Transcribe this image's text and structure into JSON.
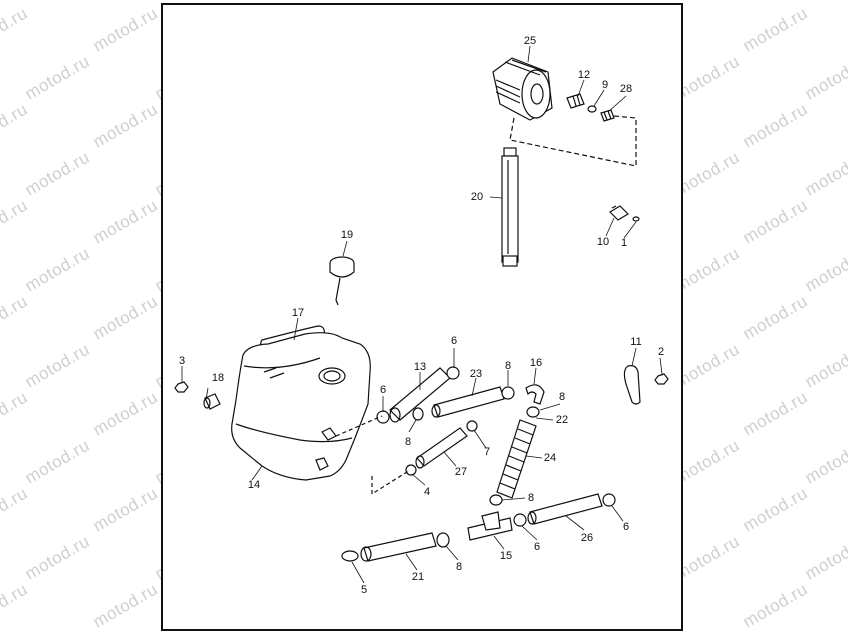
{
  "watermark_text": "motod.ru",
  "callouts": [
    {
      "id": "25",
      "label": "25"
    },
    {
      "id": "12",
      "label": "12"
    },
    {
      "id": "9",
      "label": "9"
    },
    {
      "id": "28",
      "label": "28"
    },
    {
      "id": "20",
      "label": "20"
    },
    {
      "id": "10",
      "label": "10"
    },
    {
      "id": "1",
      "label": "1"
    },
    {
      "id": "19",
      "label": "19"
    },
    {
      "id": "17",
      "label": "17"
    },
    {
      "id": "3",
      "label": "3"
    },
    {
      "id": "18",
      "label": "18"
    },
    {
      "id": "14",
      "label": "14"
    },
    {
      "id": "13",
      "label": "13"
    },
    {
      "id": "6a",
      "label": "6"
    },
    {
      "id": "6b",
      "label": "6"
    },
    {
      "id": "23",
      "label": "23"
    },
    {
      "id": "8a",
      "label": "8"
    },
    {
      "id": "16",
      "label": "16"
    },
    {
      "id": "8b",
      "label": "8"
    },
    {
      "id": "22",
      "label": "22"
    },
    {
      "id": "11",
      "label": "11"
    },
    {
      "id": "2",
      "label": "2"
    },
    {
      "id": "8c",
      "label": "8"
    },
    {
      "id": "7",
      "label": "7"
    },
    {
      "id": "24",
      "label": "24"
    },
    {
      "id": "27",
      "label": "27"
    },
    {
      "id": "4",
      "label": "4"
    },
    {
      "id": "8d",
      "label": "8"
    },
    {
      "id": "6c",
      "label": "6"
    },
    {
      "id": "26",
      "label": "26"
    },
    {
      "id": "6d",
      "label": "6"
    },
    {
      "id": "15",
      "label": "15"
    },
    {
      "id": "21",
      "label": "21"
    },
    {
      "id": "8e",
      "label": "8"
    },
    {
      "id": "5",
      "label": "5"
    }
  ]
}
